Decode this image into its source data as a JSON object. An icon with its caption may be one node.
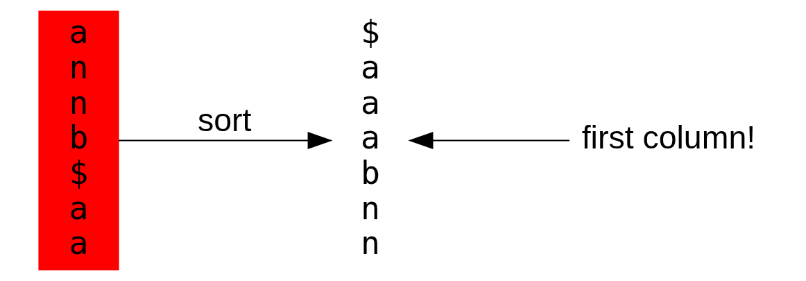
{
  "diagram": {
    "nodes": [
      {
        "text": [
          "a n n b $ a a"
        ]
      },
      {
        "text": [
          "$ a a a b n n"
        ]
      },
      {
        "text": [
          "first column!"
        ]
      }
    ],
    "edges": [
      {
        "from": 0,
        "to": 1,
        "arrow": "to",
        "label": "sort"
      },
      {
        "from": 2,
        "to": 1,
        "arrow": "to"
      }
    ]
  }
}
